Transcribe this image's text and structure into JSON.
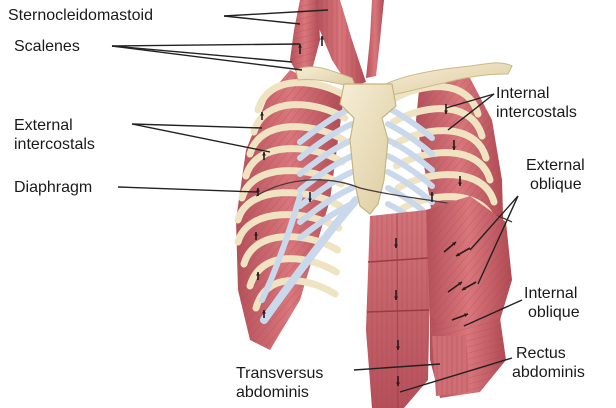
{
  "labels": {
    "sternocleidomastoid": "Sternocleidomastoid",
    "scalenes": "Scalenes",
    "external_intercostals": [
      "External",
      "intercostals"
    ],
    "diaphragm": "Diaphragm",
    "internal_intercostals": [
      "Internal",
      "intercostals"
    ],
    "external_oblique": [
      "External",
      "oblique"
    ],
    "internal_oblique": [
      "Internal",
      "oblique"
    ],
    "rectus_abdominis": [
      "Rectus",
      "abdominis"
    ],
    "transversus_abdominis": [
      "Transversus",
      "abdominis"
    ]
  },
  "colors": {
    "muscle": "#c9636a",
    "muscle_dark": "#9c3b44",
    "muscle_light": "#e39a9c",
    "bone": "#efe3c2",
    "bone_shade": "#d6c59a",
    "cartilage": "#c9d8ea",
    "cartilage_shade": "#9fb3cc",
    "leader": "#222222",
    "arrow": "#2b1b1b"
  }
}
